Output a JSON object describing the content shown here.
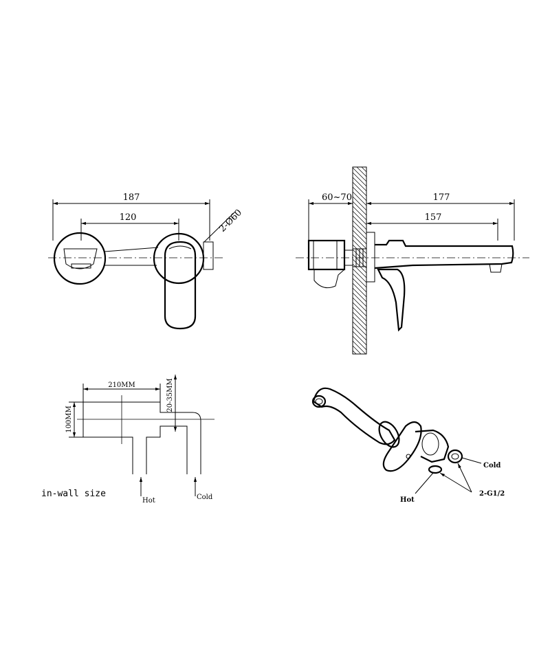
{
  "front_view": {
    "dim_overall": "187",
    "dim_centers": "120",
    "dim_diameter": "2-Ø60"
  },
  "side_view": {
    "dim_wall_depth": "60~70",
    "dim_total_reach": "177",
    "dim_spout_reach": "157"
  },
  "inwall_view": {
    "dim_width": "210MM",
    "dim_height": "100MM",
    "dim_depth": "20-35MM",
    "label_hot": "Hot",
    "label_cold": "Cold",
    "caption": "in-wall size"
  },
  "iso_view": {
    "label_cold": "Cold",
    "label_hot": "Hot",
    "label_thread": "2-G1/2"
  }
}
